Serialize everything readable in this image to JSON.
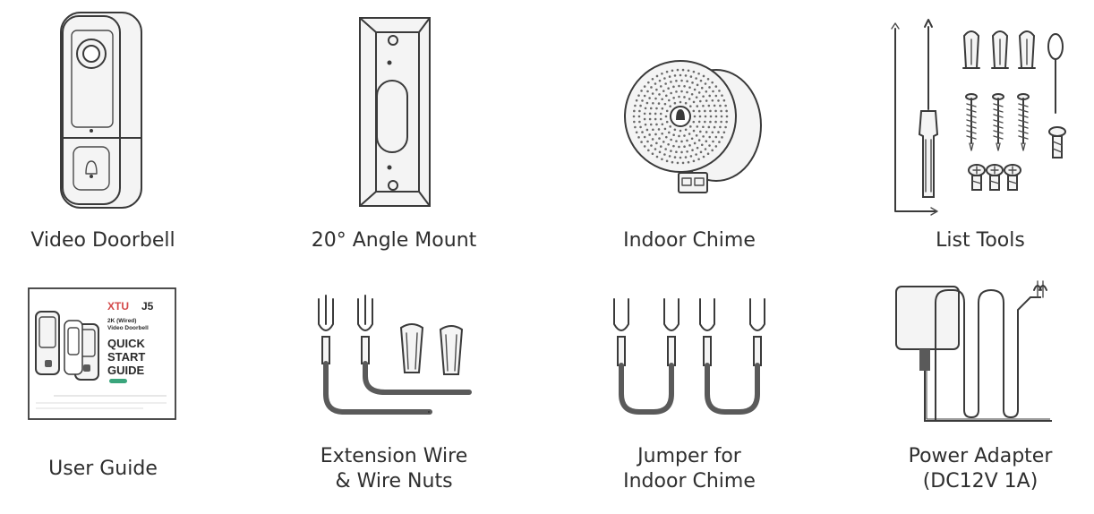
{
  "items": [
    {
      "label_lines": [
        "Video Doorbell"
      ]
    },
    {
      "label_lines": [
        "20° Angle Mount"
      ]
    },
    {
      "label_lines": [
        "Indoor Chime"
      ]
    },
    {
      "label_lines": [
        "List Tools"
      ]
    },
    {
      "label_lines": [
        "User Guide"
      ]
    },
    {
      "label_lines": [
        "Extension Wire",
        "& Wire Nuts"
      ]
    },
    {
      "label_lines": [
        "Jumper for",
        "Indoor Chime"
      ]
    },
    {
      "label_lines": [
        "Power Adapter",
        "(DC12V 1A)"
      ]
    }
  ],
  "guide_cover": {
    "brand": "XTU",
    "model": "J5",
    "subtitle_1": "2K (Wired)",
    "subtitle_2": "Video Doorbell",
    "title_1": "QUICK",
    "title_2": "START",
    "title_3": "GUIDE"
  },
  "colors": {
    "line": "#3a3a3a",
    "brand_red": "#d44a4a",
    "badge_green": "#3aa57c"
  }
}
